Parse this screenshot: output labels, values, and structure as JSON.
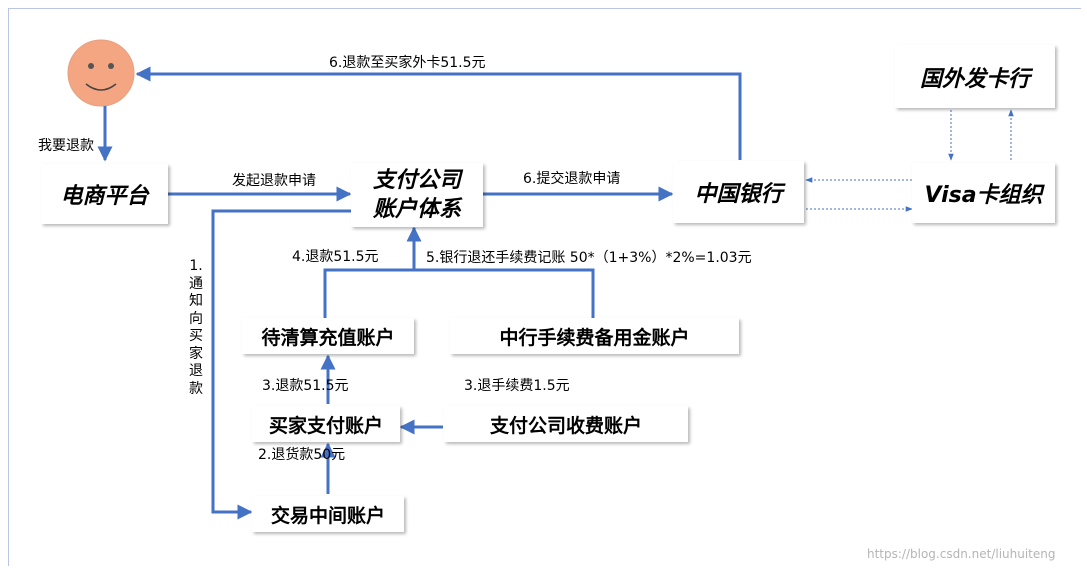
{
  "nodes": {
    "ecommerce": "电商平台",
    "payment_system_line1": "支付公司",
    "payment_system_line2": "账户体系",
    "boc": "中国银行",
    "visa": "Visa卡组织",
    "foreign_issuer": "国外发卡行",
    "pending_recharge": "待清算充值账户",
    "boc_fee_reserve": "中行手续费备用金账户",
    "buyer_payment": "买家支付账户",
    "fee_account": "支付公司收费账户",
    "intermediate": "交易中间账户"
  },
  "labels": {
    "refund_to_card": "6.退款至买家外卡51.5元",
    "i_want_refund": "我要退款",
    "initiate_refund": "发起退款申请",
    "submit_refund": "6.提交退款申请",
    "notify_buyer": "1.通知向买家退款",
    "refund_51_5_top": "4.退款51.5元",
    "bank_fee_refund": "5.银行退还手续费记账 50*（1+3%）*2%=1.03元",
    "refund_51_5_mid": "3.退款51.5元",
    "refund_fee": "3.退手续费1.5元",
    "refund_goods": "2.退货款50元"
  },
  "watermark": "https://blog.csdn.net/liuhuiteng",
  "colors": {
    "arrow": "#4472c4",
    "frame": "#b9c4e6",
    "face_fill": "#f4a582"
  }
}
